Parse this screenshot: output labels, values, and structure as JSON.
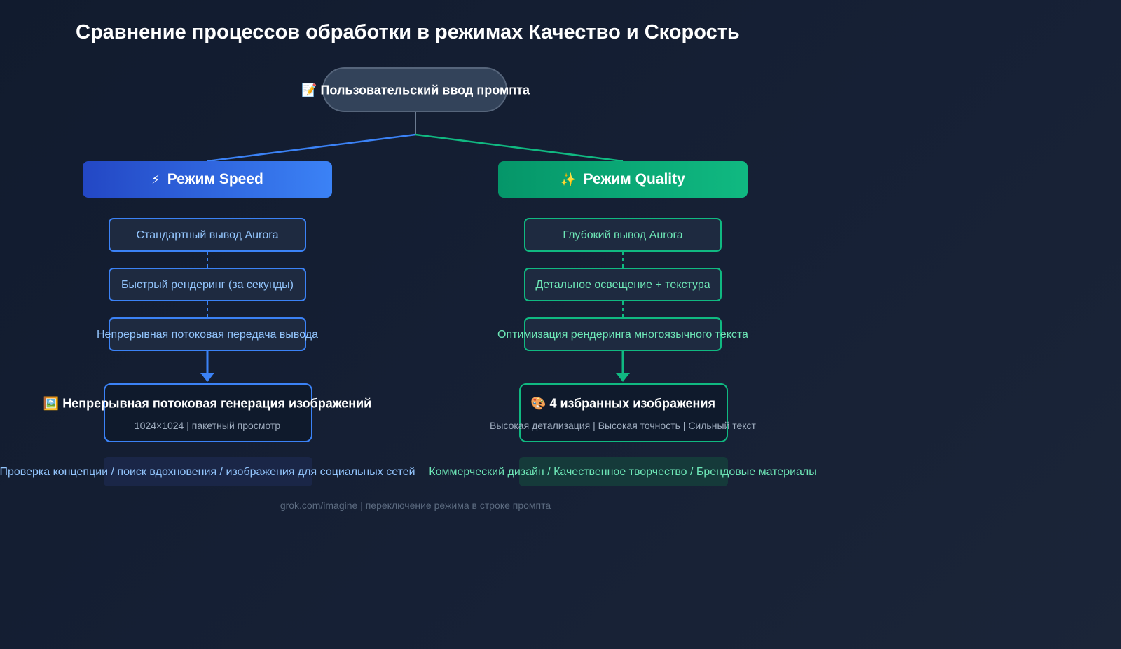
{
  "title": "Сравнение процессов обработки в режимах Качество и Скорость",
  "root": {
    "icon": "📝",
    "icon_name": "memo-icon",
    "label": "Пользовательский ввод промпта"
  },
  "speed": {
    "header_icon": "⚡",
    "header_label": "Режим Speed",
    "steps": [
      "Стандартный вывод Aurora",
      "Быстрый рендеринг (за секунды)",
      "Непрерывная потоковая передача вывода"
    ],
    "result": {
      "icon": "🖼️",
      "title": "Непрерывная потоковая генерация изображений",
      "subtitle": "1024×1024 | пакетный просмотр"
    },
    "use_cases": "Проверка концепции / поиск вдохновения / изображения для социальных сетей"
  },
  "quality": {
    "header_icon": "✨",
    "header_label": "Режим Quality",
    "steps": [
      "Глубокий вывод Aurora",
      "Детальное освещение + текстура",
      "Оптимизация рендеринга многоязычного текста"
    ],
    "result": {
      "icon": "🎨",
      "title": "4 избранных изображения",
      "subtitle": "Высокая детализация | Высокая точность | Сильный текст"
    },
    "use_cases": "Коммерческий дизайн / Качественное творчество / Брендовые материалы"
  },
  "footer": "grok.com/imagine | переключение режима в строке промпта",
  "colors": {
    "background": "#131c2f",
    "speed_accent": "#3b82f6",
    "quality_accent": "#10b981",
    "speed_text": "#93c5fd",
    "quality_text": "#6ee7b7",
    "root_fill": "#33435a"
  }
}
